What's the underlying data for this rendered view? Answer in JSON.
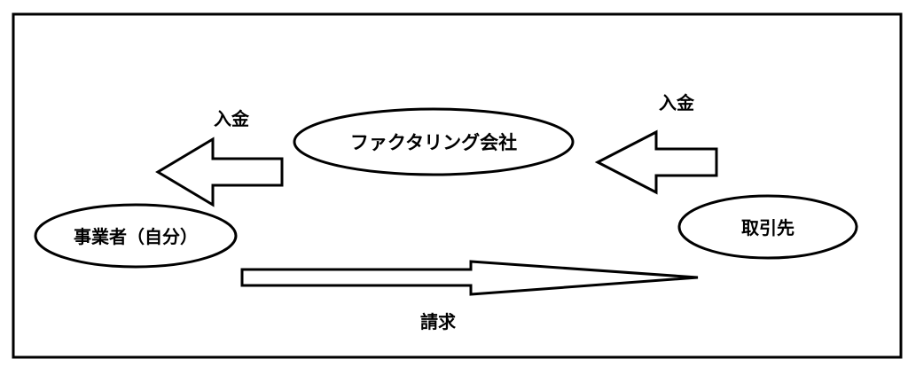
{
  "colors": {
    "stroke": "#000000",
    "fill": "#ffffff"
  },
  "nodes": {
    "factoring_company": "ファクタリング会社",
    "business_owner": "事業者（自分）",
    "client": "取引先"
  },
  "edges": {
    "payment_left": "入金",
    "payment_right": "入金",
    "invoice": "請求"
  }
}
